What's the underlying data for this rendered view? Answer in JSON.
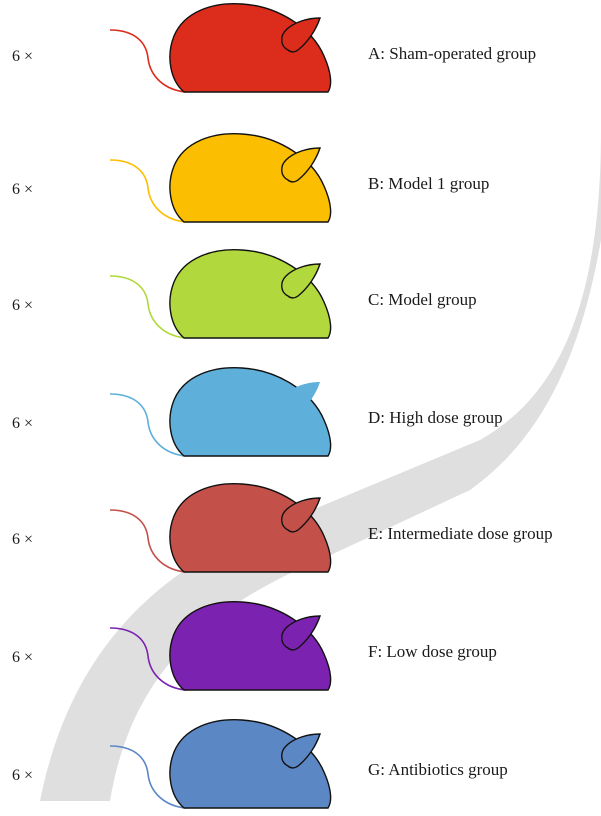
{
  "groups": [
    {
      "count": "6 ×",
      "label": "A: Sham-operated group",
      "color": "#dc2c1c",
      "tail_color": "#dc2c1c"
    },
    {
      "count": "6 ×",
      "label": "B: Model 1 group",
      "color": "#fbbe00",
      "tail_color": "#fbbe00"
    },
    {
      "count": "6 ×",
      "label": "C: Model group",
      "color": "#b1d83c",
      "tail_color": "#b1d83c"
    },
    {
      "count": "6 ×",
      "label": "D: High dose group",
      "color": "#5eb0db",
      "tail_color": "#5eb0db",
      "open_ear": true
    },
    {
      "count": "6 ×",
      "label": "E: Intermediate dose group",
      "color": "#c4504a",
      "tail_color": "#c4504a"
    },
    {
      "count": "6 ×",
      "label": "F: Low dose group",
      "color": "#7b22b0",
      "tail_color": "#7b22b0"
    },
    {
      "count": "6 ×",
      "label": "G: Antibiotics group",
      "color": "#5b87c4",
      "tail_color": "#5b87c4"
    }
  ],
  "watermark_color": "#d9d9d9"
}
